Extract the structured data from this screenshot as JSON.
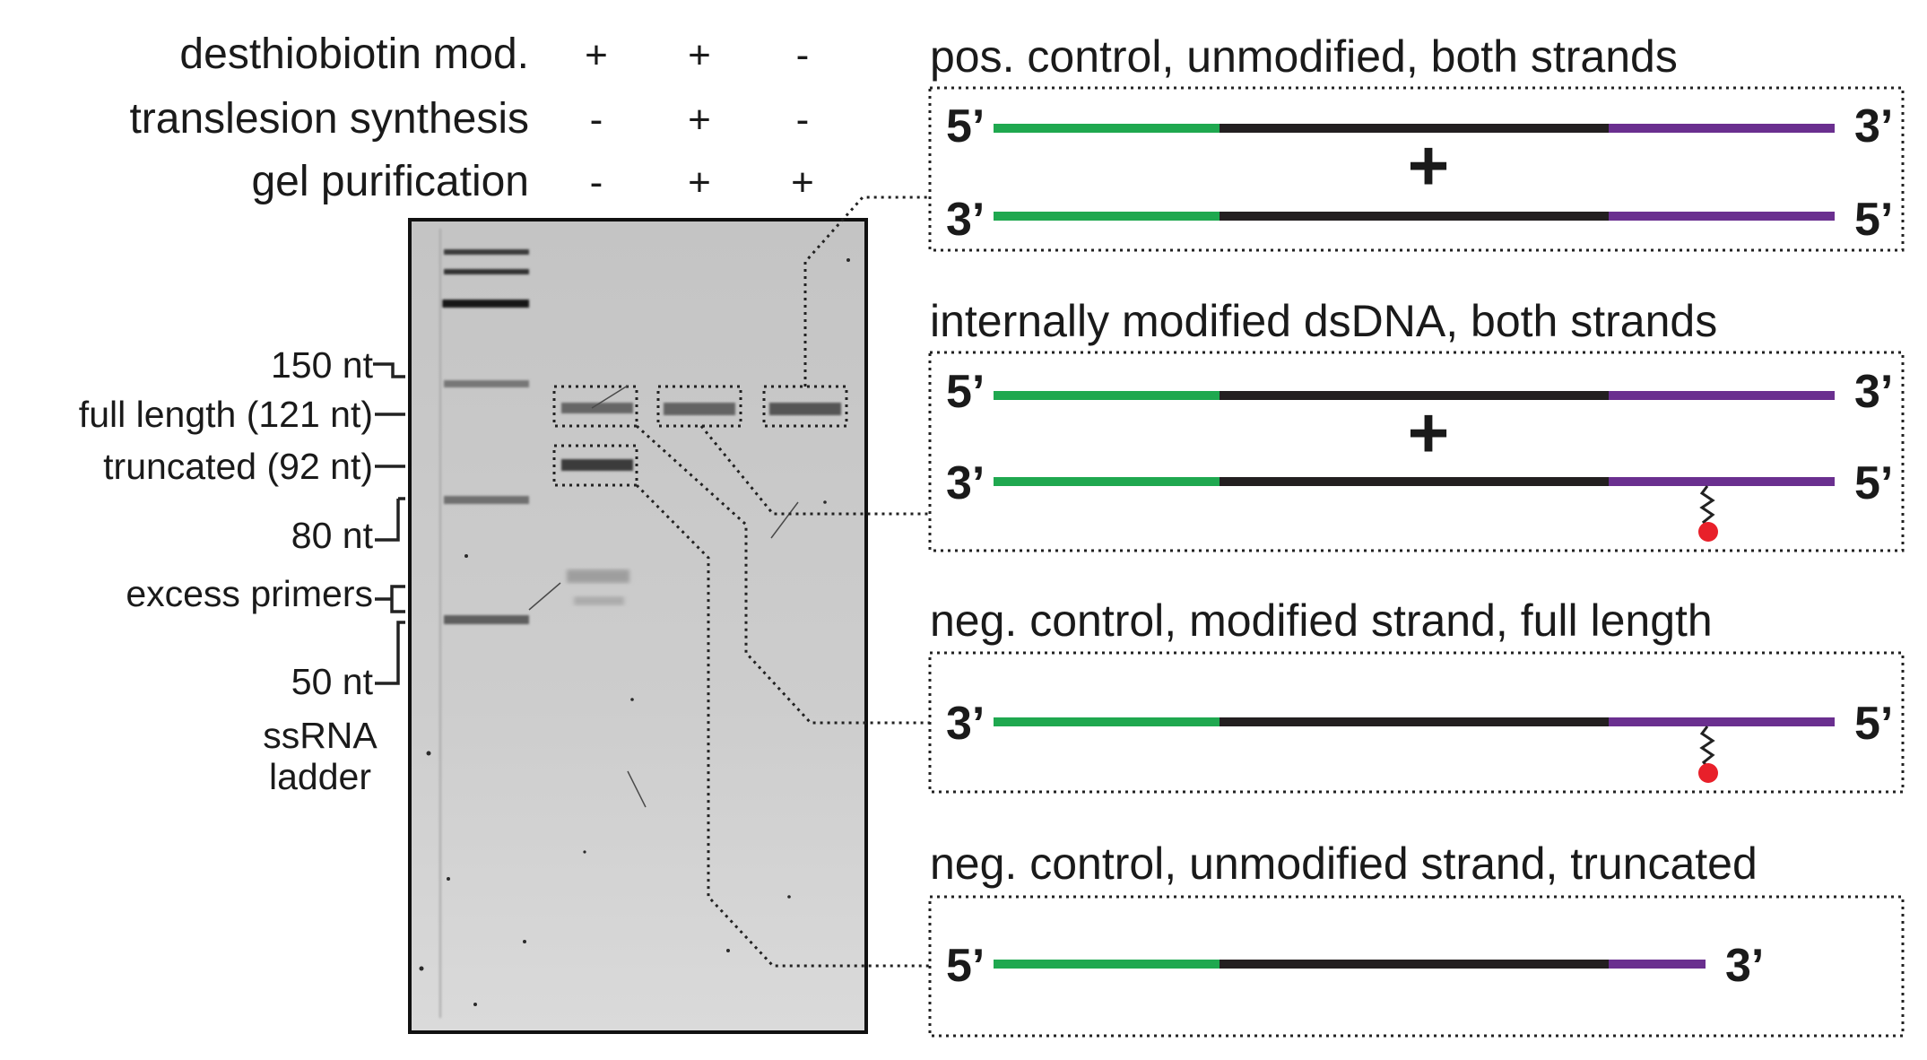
{
  "conditions": {
    "rows": [
      {
        "label": "desthiobiotin mod.",
        "signs": [
          "+",
          "+",
          "-"
        ]
      },
      {
        "label": "translesion synthesis",
        "signs": [
          "-",
          "+",
          "-"
        ]
      },
      {
        "label": "gel purification",
        "signs": [
          "-",
          "+",
          "+"
        ]
      }
    ]
  },
  "gel_labels": {
    "nt150": "150 nt",
    "full_length": "full length (121 nt)",
    "truncated": "truncated (92 nt)",
    "nt80": "80 nt",
    "excess_primers": "excess primers",
    "nt50": "50 nt",
    "ladder_line1": "ssRNA",
    "ladder_line2": "ladder"
  },
  "panels": [
    {
      "title": "pos. control, unmodified, both strands",
      "top_left": "5’",
      "top_right": "3’",
      "bottom_left": "3’",
      "bottom_right": "5’",
      "plus": "+"
    },
    {
      "title": "internally modified dsDNA, both strands",
      "top_left": "5’",
      "top_right": "3’",
      "bottom_left": "3’",
      "bottom_right": "5’",
      "plus": "+"
    },
    {
      "title": "neg. control, modified strand, full length",
      "left": "3’",
      "right": "5’"
    },
    {
      "title": "neg. control, unmodified strand, truncated",
      "left": "5’",
      "right": "3’"
    }
  ],
  "colors": {
    "green": "#1fa84f",
    "black": "#231f20",
    "purple": "#6a2f8f",
    "red": "#e8202a",
    "gel_bg": "#c8c8c8"
  }
}
